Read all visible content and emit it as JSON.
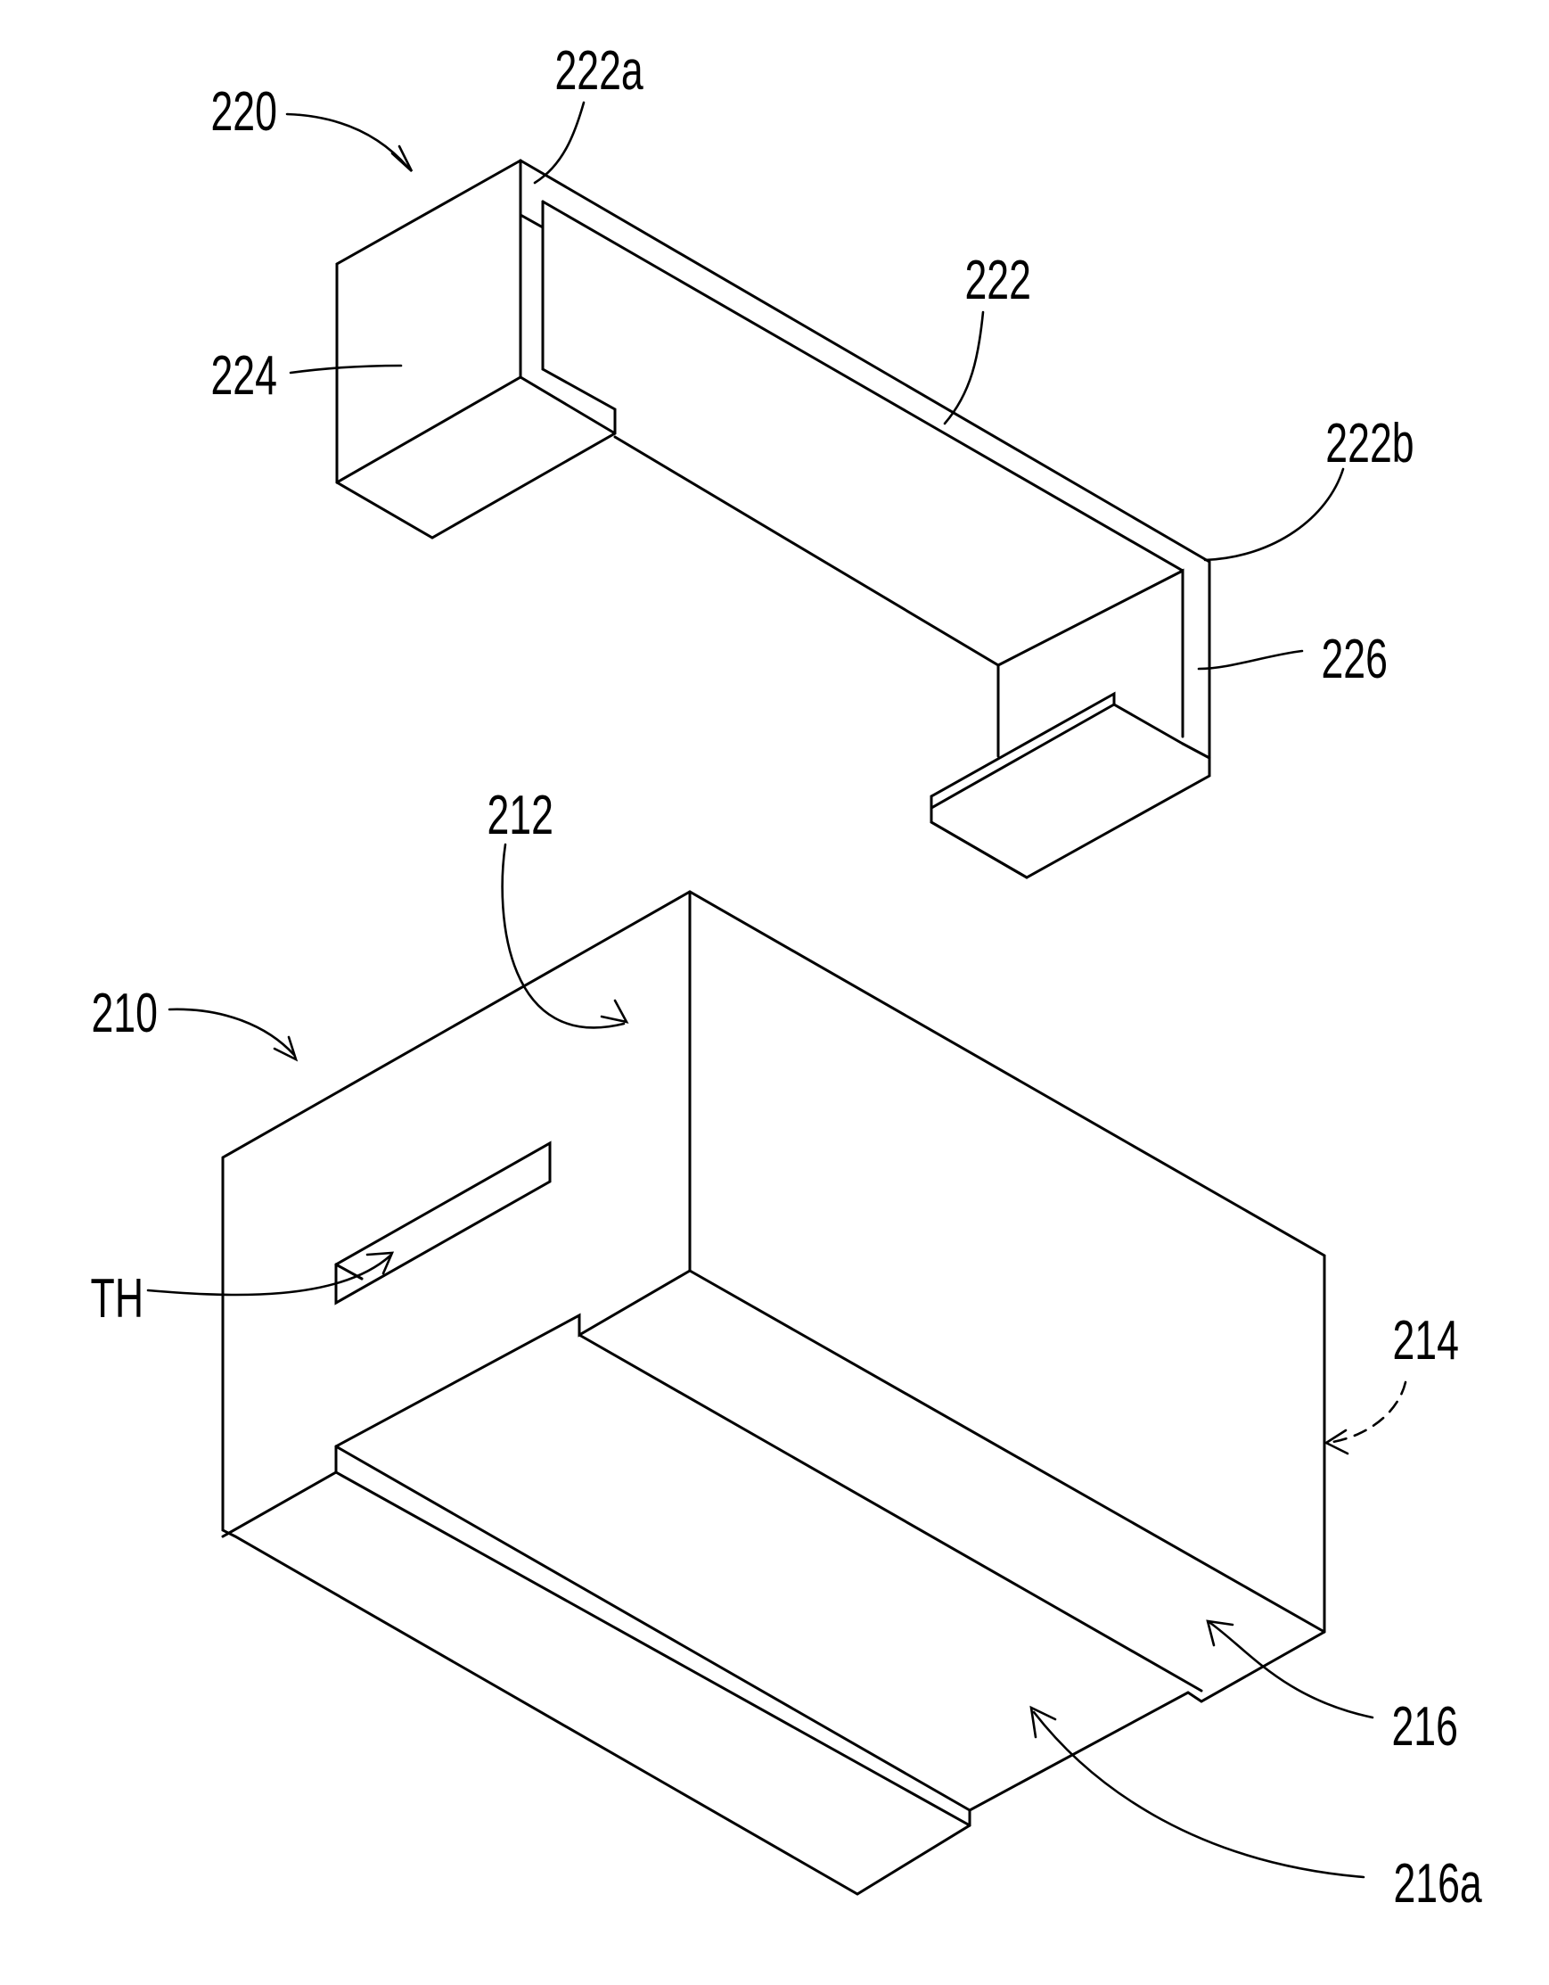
{
  "labels": {
    "upper_assembly": "220",
    "first_end": "222a",
    "bar": "222",
    "block_left": "224",
    "second_end": "222b",
    "block_right": "226",
    "top_face": "212",
    "lower_body": "210",
    "slot": "TH",
    "side_face": "214",
    "bottom_face": "216",
    "groove": "216a"
  }
}
